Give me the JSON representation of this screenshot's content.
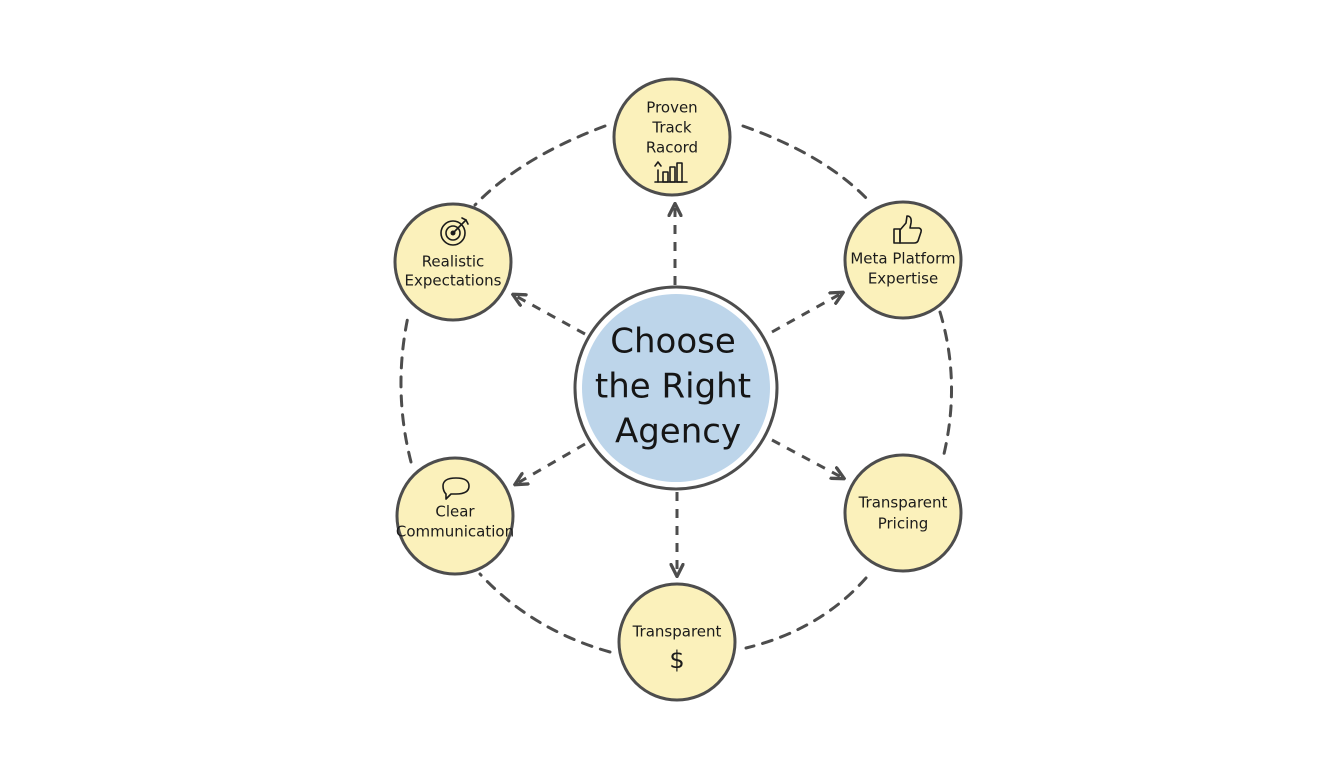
{
  "diagram": {
    "center": {
      "lines": [
        "Choose",
        "the Right",
        "Agency"
      ],
      "color": "#bdd5ea"
    },
    "node_fill": "#fbf1bb",
    "outline_color": "#4d4d4d",
    "nodes": [
      {
        "id": "top",
        "lines": [
          "Proven",
          "Track",
          "Racord"
        ],
        "icon": "bar-chart-icon"
      },
      {
        "id": "upper-right",
        "lines": [
          "Meta Platform",
          "Expertise"
        ],
        "icon": "thumbs-up-icon"
      },
      {
        "id": "lower-right",
        "lines": [
          "Transparent",
          "Pricing"
        ],
        "icon": ""
      },
      {
        "id": "bottom",
        "lines": [
          "Transparent"
        ],
        "icon": "dollar-icon",
        "symbol": "$"
      },
      {
        "id": "lower-left",
        "lines": [
          "Clear",
          "Communication"
        ],
        "icon": "speech-bubble-icon"
      },
      {
        "id": "upper-left",
        "lines": [
          "Realistic",
          "Expectations"
        ],
        "icon": "target-icon"
      }
    ]
  }
}
